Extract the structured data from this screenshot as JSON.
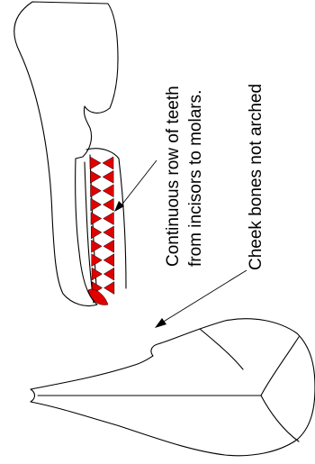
{
  "labels": {
    "teeth_line1": "Continuous row of teeth",
    "teeth_line2": "from incisors to molars.",
    "cheek": "Cheek bones not arched"
  },
  "colors": {
    "teeth": "#e00000",
    "outline": "#000000",
    "background": "#ffffff"
  },
  "teeth_count": 20
}
